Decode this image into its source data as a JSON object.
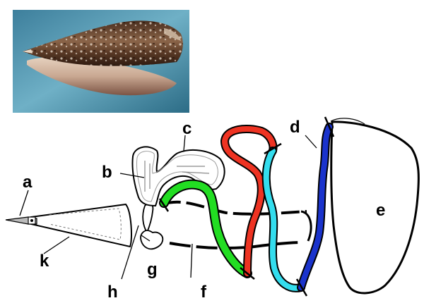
{
  "photo": {
    "subject": "cone snail shell photograph"
  },
  "labels": {
    "a": "a",
    "b": "b",
    "c": "c",
    "d": "d",
    "e": "e",
    "f": "f",
    "g": "g",
    "h": "h",
    "k": "k"
  },
  "colors": {
    "outline": "#000000",
    "segment_green": "#22dd22",
    "segment_red": "#ee3322",
    "segment_cyan": "#33ddee",
    "segment_blue": "#1a33cc",
    "photo_bg_light": "#5aa0b8",
    "photo_bg_dark": "#2a6a85"
  }
}
